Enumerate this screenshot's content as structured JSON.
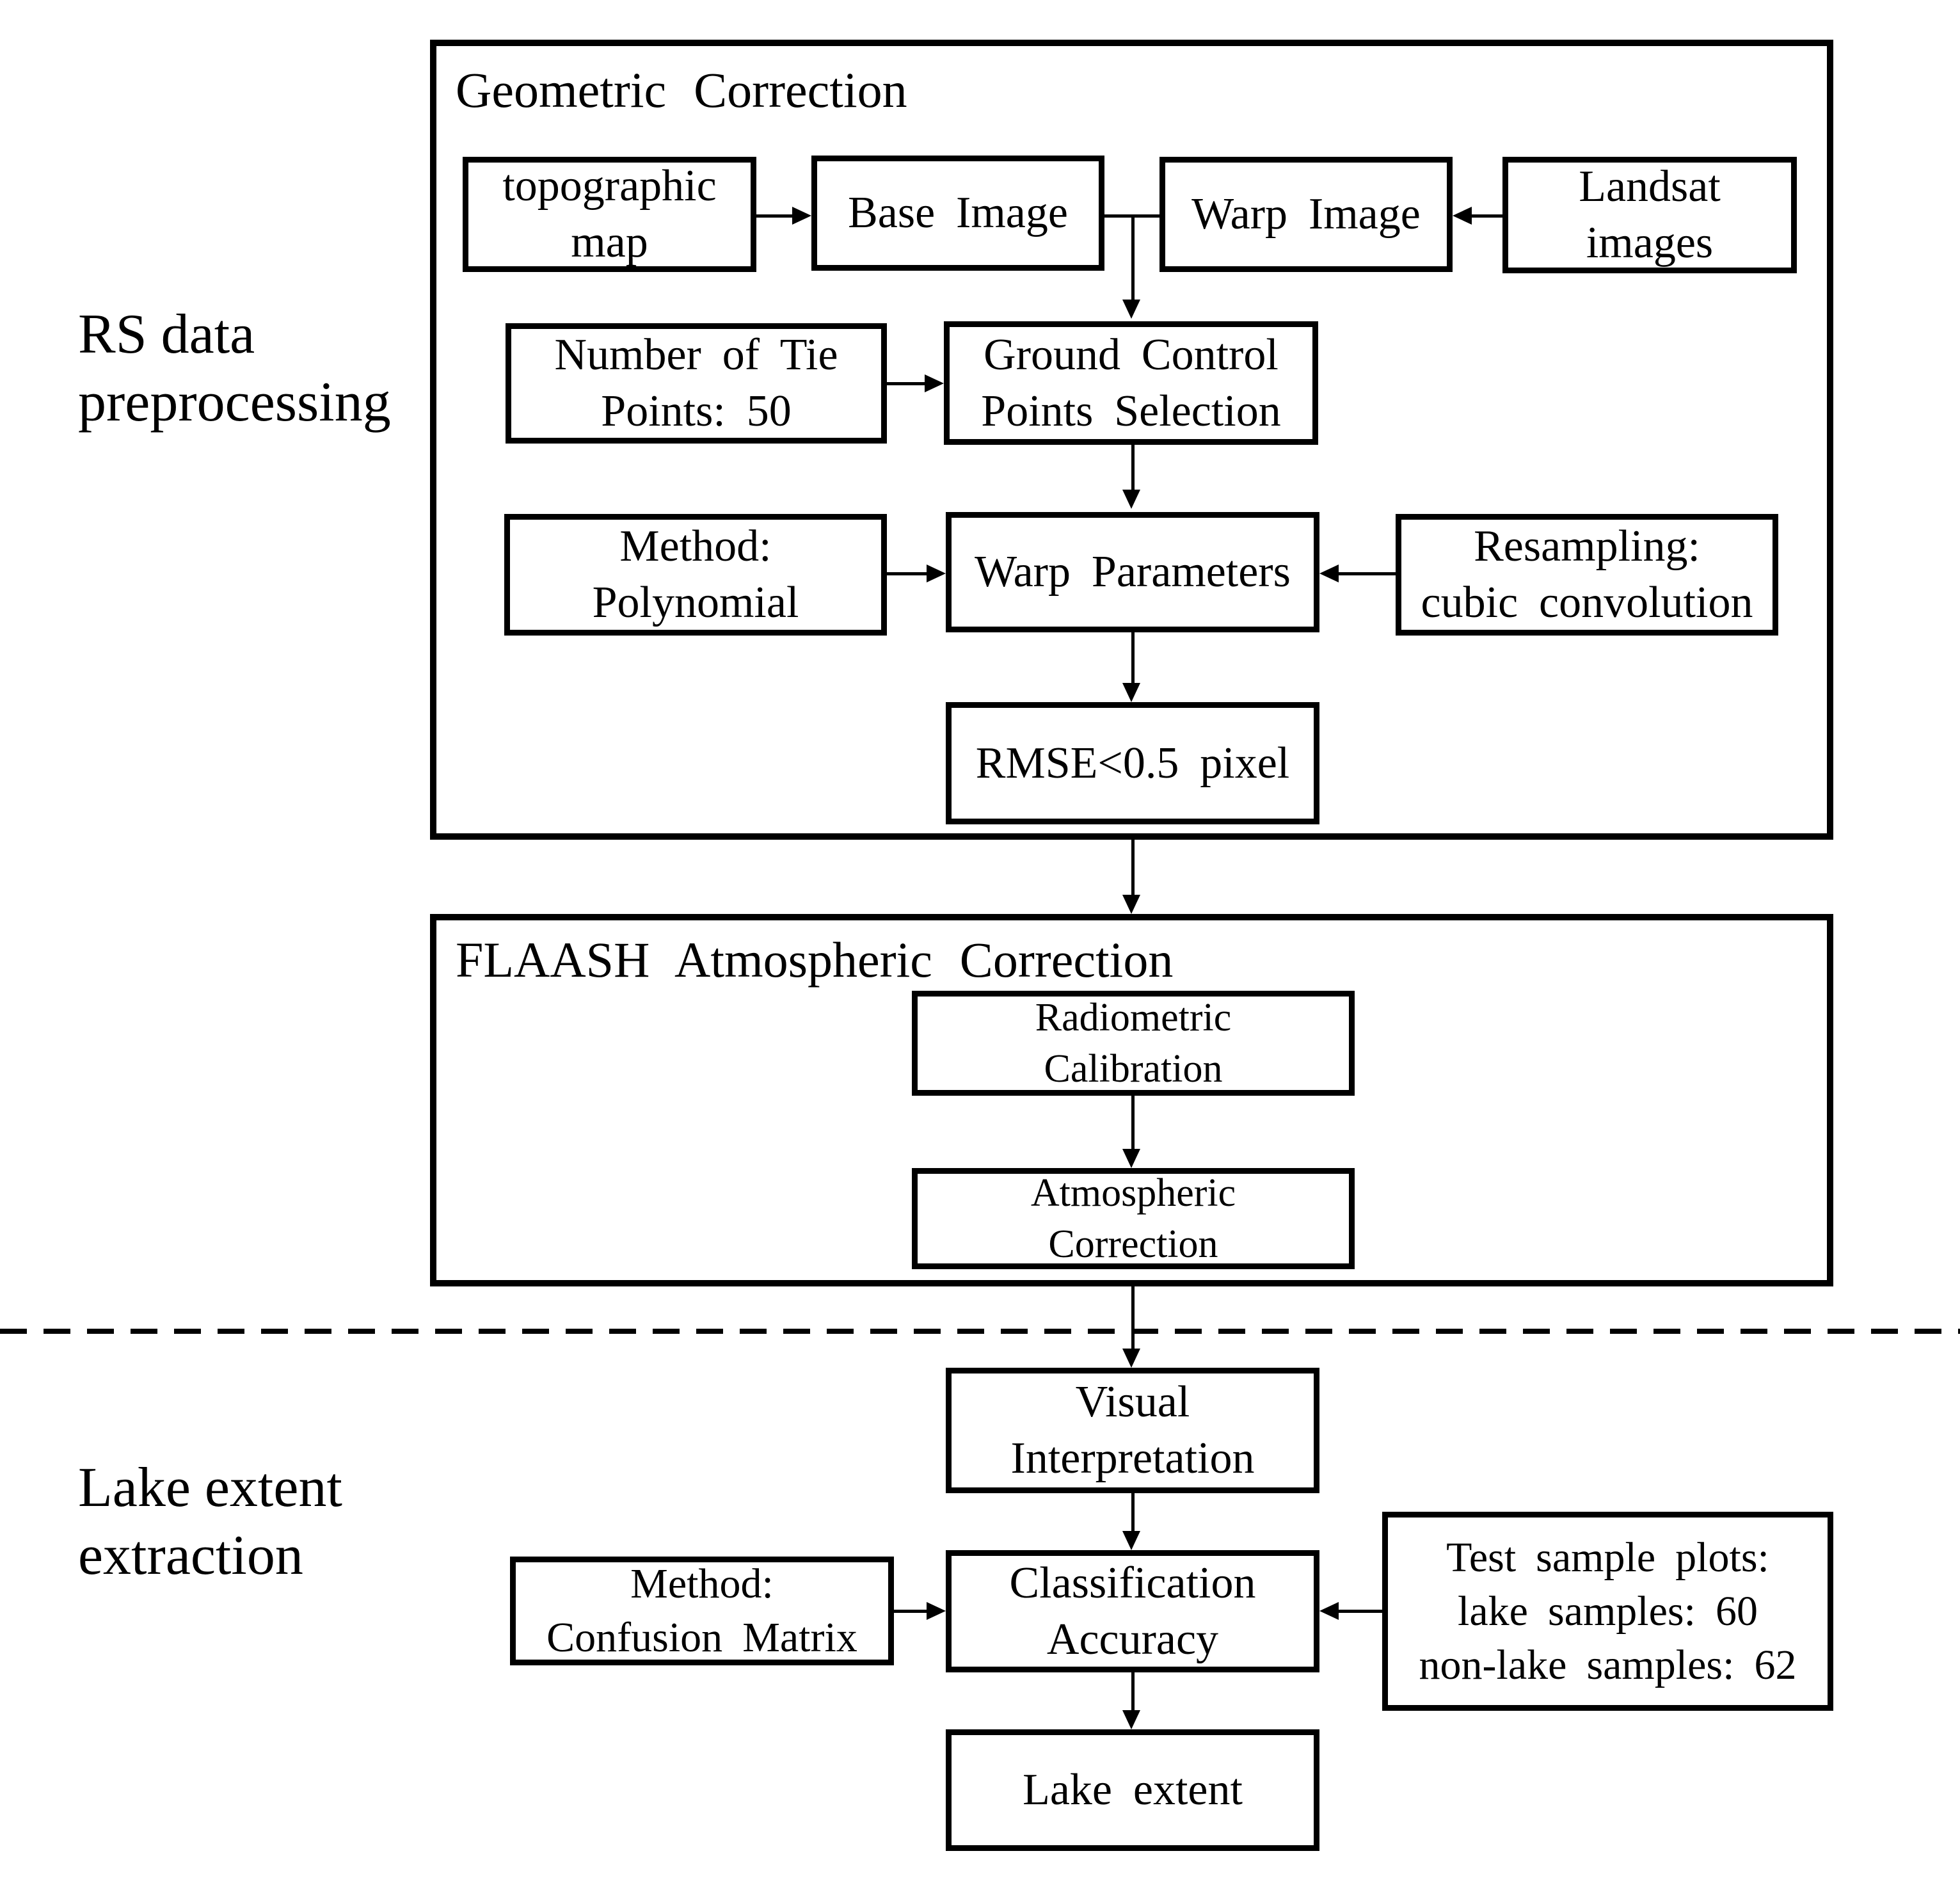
{
  "stage_labels": {
    "preprocessing": {
      "line1": "RS data",
      "line2": "preprocessing"
    },
    "extraction": {
      "line1": "Lake extent",
      "line2": "extraction"
    }
  },
  "geometric": {
    "title": "Geometric Correction",
    "topographic": {
      "line1": "topographic",
      "line2": "map"
    },
    "base_image": {
      "line1": "Base Image"
    },
    "warp_image": {
      "line1": "Warp Image"
    },
    "landsat": {
      "line1": "Landsat",
      "line2": "images"
    },
    "tie_points": {
      "line1": "Number of Tie",
      "line2": "Points: 50"
    },
    "gcp_selection": {
      "line1": "Ground Control",
      "line2": "Points Selection"
    },
    "method_polynomial": {
      "line1": "Method:",
      "line2": "Polynomial"
    },
    "warp_parameters": {
      "line1": "Warp Parameters"
    },
    "resampling": {
      "line1": "Resampling:",
      "line2": "cubic convolution"
    },
    "rmse": {
      "line1": "RMSE<0.5 pixel"
    }
  },
  "flaash": {
    "title": "FLAASH Atmospheric Correction",
    "radiometric": {
      "line1": "Radiometric",
      "line2": "Calibration"
    },
    "atmospheric": {
      "line1": "Atmospheric",
      "line2": "Correction"
    }
  },
  "extraction_flow": {
    "visual": {
      "line1": "Visual",
      "line2": "Interpretation"
    },
    "classification": {
      "line1": "Classification",
      "line2": "Accuracy"
    },
    "method_confusion": {
      "line1": "Method:",
      "line2": "Confusion Matrix"
    },
    "test_samples": {
      "line1": "Test sample plots:",
      "line2": "lake samples: 60",
      "line3": "non-lake samples: 62"
    },
    "lake_extent": {
      "line1": "Lake extent"
    }
  }
}
